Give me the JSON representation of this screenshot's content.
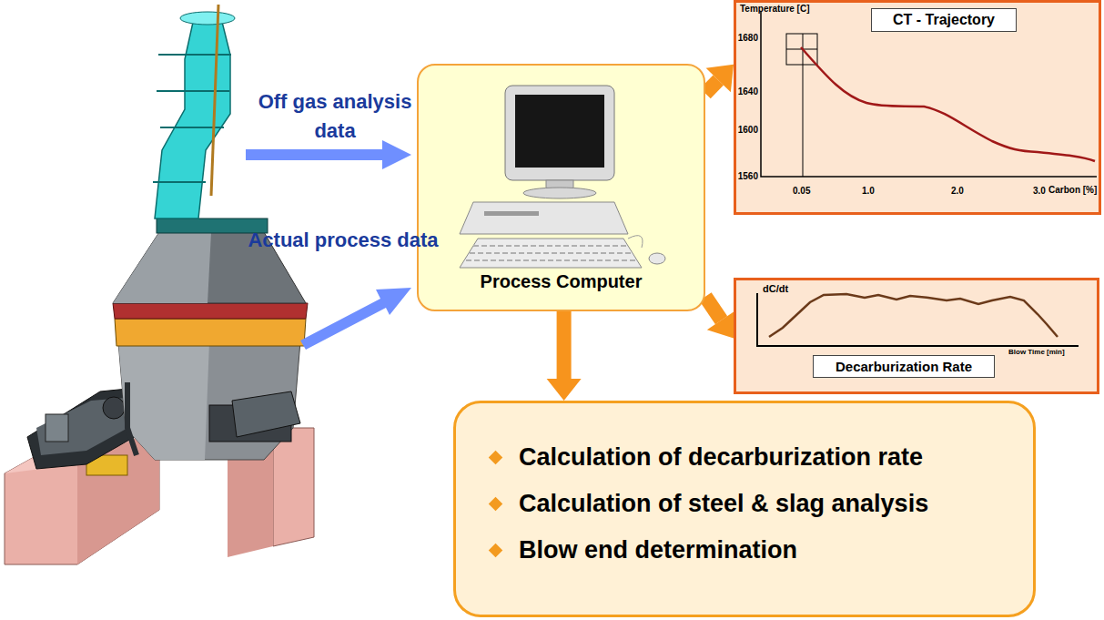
{
  "diagram": {
    "nodes": [
      {
        "text": [
          "Process Computer"
        ]
      },
      {
        "text": [
          "CT - Trajectory"
        ]
      },
      {
        "text": [
          "Decarburization Rate"
        ]
      },
      {
        "text": [
          "Calculation of decarburization rate",
          "Calculation of steel & slag analysis",
          "Blow end determination"
        ]
      }
    ],
    "edges": [
      {
        "from": 0,
        "to": 1,
        "arrow": "to"
      },
      {
        "from": 0,
        "to": 2,
        "arrow": "to"
      },
      {
        "from": 0,
        "to": 3,
        "arrow": "to"
      }
    ],
    "labels": [
      "Off gas analysis data",
      "Actual process data",
      "Temperature [C]",
      "1680",
      "1640",
      "1600",
      "1560",
      "0.05",
      "1.0",
      "2.0",
      "3.0",
      "Carbon [%]",
      "dC/dt",
      "Blow Time [min]"
    ]
  }
}
